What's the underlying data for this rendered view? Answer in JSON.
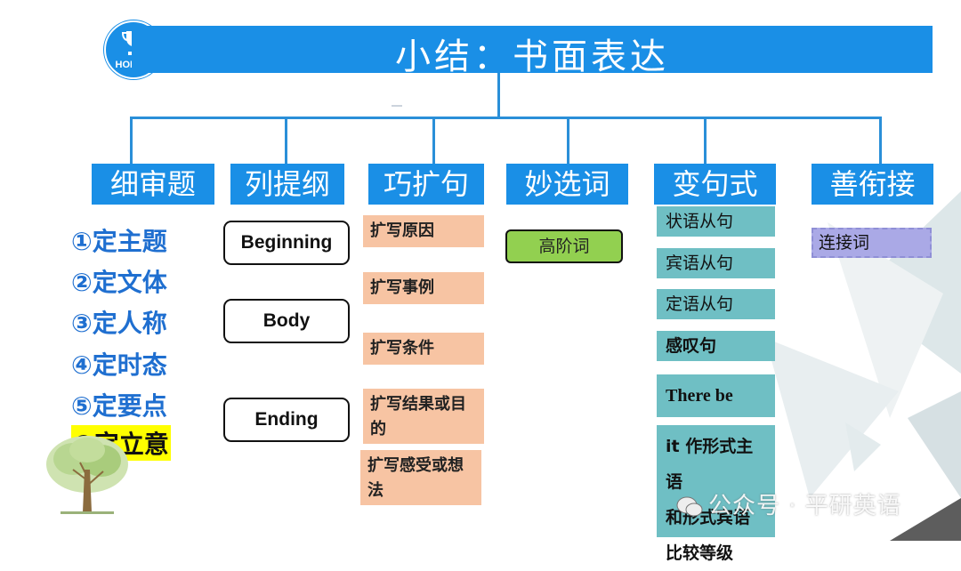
{
  "logo": {
    "text": "HONOR"
  },
  "title": "小结：书面表达",
  "categories": [
    "细审题",
    "列提纲",
    "巧扩句",
    "妙选词",
    "变句式",
    "善衔接"
  ],
  "column1": {
    "items": [
      "①定主题",
      "②定文体",
      "③定人称",
      "④定时态",
      "⑤定要点"
    ],
    "highlighted": "⑥定立意"
  },
  "column2": {
    "items": [
      "Beginning",
      "Body",
      "Ending"
    ]
  },
  "column3": {
    "items": [
      "扩写原因",
      "扩写事例",
      "扩写条件",
      "扩写结果或目的",
      "扩写感受或想法"
    ]
  },
  "column4": {
    "items": [
      "高阶词"
    ]
  },
  "column5": {
    "items": [
      "状语从句",
      "宾语从句",
      "定语从句",
      "感叹句",
      "There be"
    ],
    "last": [
      "it 作形式主语",
      "和形式宾语",
      "比较等级"
    ]
  },
  "column6": {
    "items": [
      "连接词"
    ]
  },
  "watermark": "公众号 · 平研英语",
  "colors": {
    "header_blue": "#1a8fe6",
    "item_blue": "#1f6fd0",
    "salmon": "#f7c4a3",
    "green": "#92d050",
    "teal": "#6fbfc4",
    "lavender": "#aaa9e6",
    "highlight": "#ffff00"
  }
}
